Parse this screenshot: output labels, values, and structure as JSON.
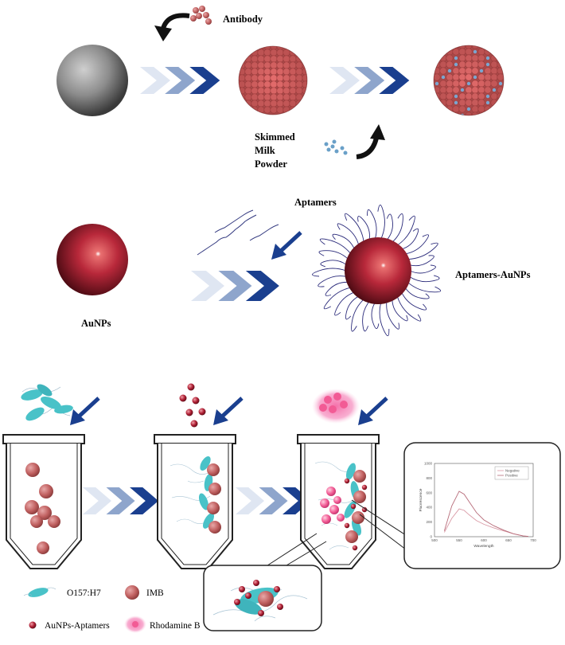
{
  "labels": {
    "antibody": "Antibody",
    "skimmed": "Skimmed",
    "milk": "Milk",
    "powder": "Powder",
    "aptamers": "Aptamers",
    "aptamers_aunps": "Aptamers-AuNPs",
    "aunps": "AuNPs"
  },
  "legend": {
    "o157": "O157:H7",
    "imb": "IMB",
    "aunps_aptamers": "AuNPs-Aptamers",
    "rhodamine": "Rhodamine B"
  },
  "chart_data": {
    "type": "line",
    "xlabel": "Wavelength",
    "ylabel": "Fluorescence",
    "xlim": [
      500,
      700
    ],
    "ylim": [
      0,
      1000
    ],
    "xticks": [
      "500",
      "550",
      "600",
      "650",
      "700"
    ],
    "yticks": [
      "0",
      "200",
      "400",
      "600",
      "800",
      "1000"
    ],
    "legend_position": "top-right",
    "series": [
      {
        "name": "Negative",
        "x": [
          520,
          535,
          550,
          560,
          570,
          585,
          600,
          620,
          640,
          660,
          680,
          690
        ],
        "values": [
          60,
          250,
          380,
          360,
          300,
          220,
          170,
          120,
          80,
          40,
          10,
          5
        ]
      },
      {
        "name": "Positive",
        "x": [
          520,
          535,
          550,
          560,
          570,
          585,
          600,
          620,
          640,
          660,
          680,
          690
        ],
        "values": [
          80,
          420,
          620,
          580,
          480,
          330,
          230,
          150,
          90,
          40,
          10,
          5
        ]
      }
    ]
  },
  "colors": {
    "gray_sphere": "#8a8a8a",
    "imb_bead": "#c06060",
    "aunp": "#c03040",
    "bacteria": "#49c2c8",
    "rhodamine": "#f060a0",
    "arrow_blue": "#1a3f8f",
    "chevron_light": "#dfe6f2",
    "chevron_mid": "#8ea5cc",
    "chevron_dark": "#1a3f8f"
  }
}
